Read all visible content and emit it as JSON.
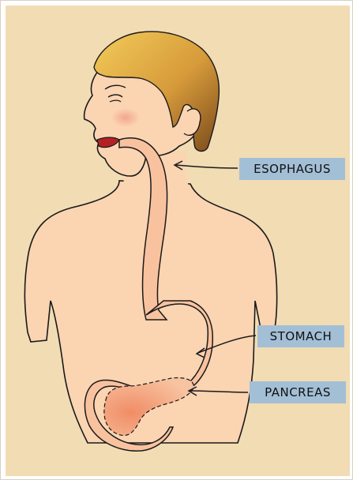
{
  "labels": {
    "esophagus": "ESOPHAGUS",
    "stomach": "STOMACH",
    "pancreas": "PANCREAS"
  },
  "colors": {
    "background": "#f1dcb4",
    "skin": "#fbd4b2",
    "skin_shadow": "#f4b898",
    "organ": "#f9c29f",
    "pancreas": "#f5a883",
    "hair_light": "#f0c04a",
    "hair_dark": "#8a5a22",
    "label_bg": "#a3bfd6",
    "outline": "#1a1a1a"
  }
}
